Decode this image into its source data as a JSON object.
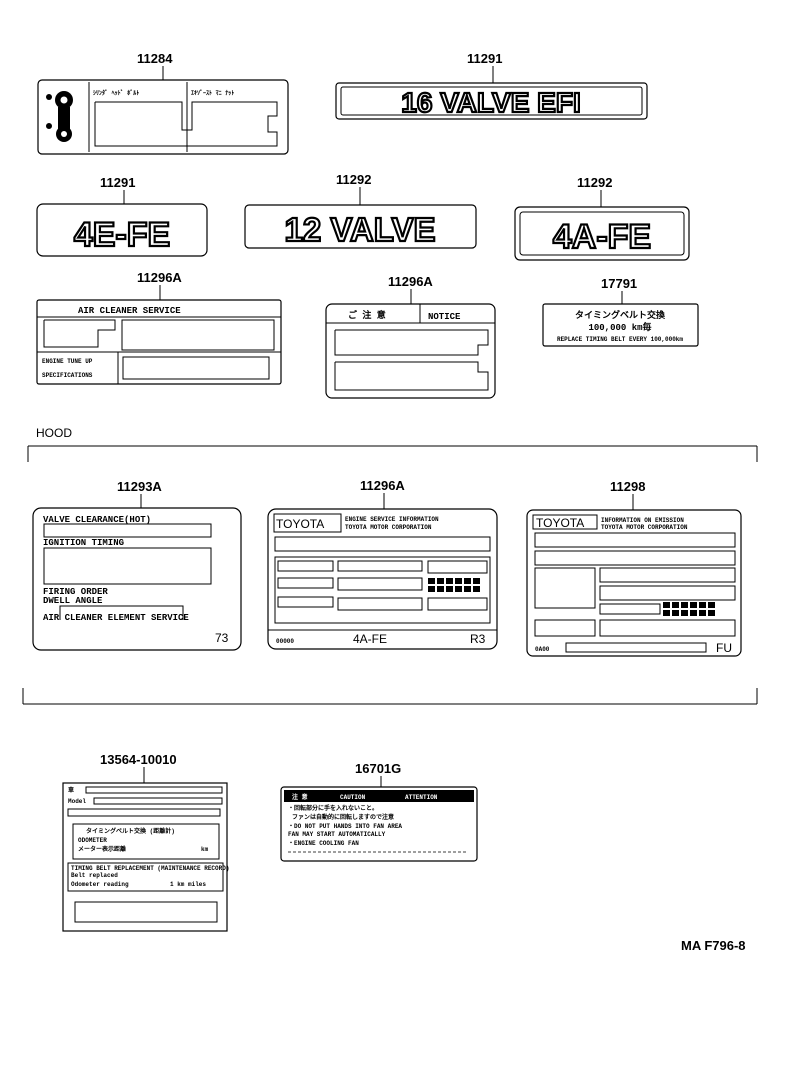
{
  "section_label": "HOOD",
  "figure_code": "MA F796-8",
  "parts": {
    "p11284": {
      "number": "11284",
      "left_text": "ｼﾘﾝﾀﾞ ﾍｯﾄﾞ ﾎﾞﾙﾄ",
      "right_text": "ｴｷｿﾞｰｽﾄ ﾏﾆ ﾅｯﾄ"
    },
    "p11291a": {
      "number": "11291",
      "badge": "16 VALVE EFI"
    },
    "p11291b": {
      "number": "11291",
      "badge": "4E-FE"
    },
    "p11292a": {
      "number": "11292",
      "badge": "12 VALVE"
    },
    "p11292b": {
      "number": "11292",
      "badge": "4A-FE"
    },
    "p11296a1": {
      "number": "11296A",
      "title": "AIR CLEANER SERVICE",
      "side_1": "ENGINE TUNE UP",
      "side_2": "SPECIFICATIONS"
    },
    "p11296a2": {
      "number": "11296A",
      "jp_head": "ご 注 意",
      "en_head": "NOTICE"
    },
    "p17791": {
      "number": "17791",
      "line_1": "タイミングベルト交換",
      "line_2": "100,000 km毎",
      "line_3": "REPLACE TIMING BELT EVERY 100,000km"
    },
    "p11293a": {
      "number": "11293A",
      "line_1": "VALVE CLEARANCE(HOT)",
      "line_2": "IGNITION TIMING",
      "line_3": "FIRING ORDER",
      "line_4": "DWELL ANGLE",
      "line_5": "AIR CLEANER ELEMENT SERVICE",
      "corner": "73"
    },
    "p11296a3": {
      "number": "11296A",
      "brand": "TOYOTA",
      "head": "ENGINE SERVICE INFORMATION",
      "subhead": "TOYOTA MOTOR CORPORATION",
      "small_code": "00000",
      "engine": "4A-FE",
      "corner": "R3"
    },
    "p11298": {
      "number": "11298",
      "brand": "TOYOTA",
      "head": "INFORMATION ON EMISSION",
      "subhead": "TOYOTA MOTOR CORPORATION",
      "small_code": "0A00",
      "corner": "FU"
    },
    "p13564": {
      "number": "13564-10010",
      "row_1": "車",
      "row_2": "Model",
      "jp_line": "タイミングベルト交換 (距離計)",
      "odo_1": "ODOMETER",
      "odo_2": "メーター表示距離",
      "unit": "km",
      "en_1": "TIMING BELT REPLACEMENT (MAINTENANCE RECORD)",
      "en_2": "Belt replaced",
      "en_3": "Odometer reading",
      "en_4": "1 km  miles"
    },
    "p16701g": {
      "number": "16701G",
      "head_jp": "注 意",
      "head_1": "CAUTION",
      "head_2": "ATTENTION",
      "line_1": "・回転部分に手を入れないこと。",
      "line_2": "ファンは自動的に回転しますので注意",
      "line_3": "・DO NOT PUT HANDS INTO FAN AREA",
      "line_4": "FAN MAY START AUTOMATICALLY",
      "line_5": "・ENGINE COOLING FAN"
    }
  }
}
